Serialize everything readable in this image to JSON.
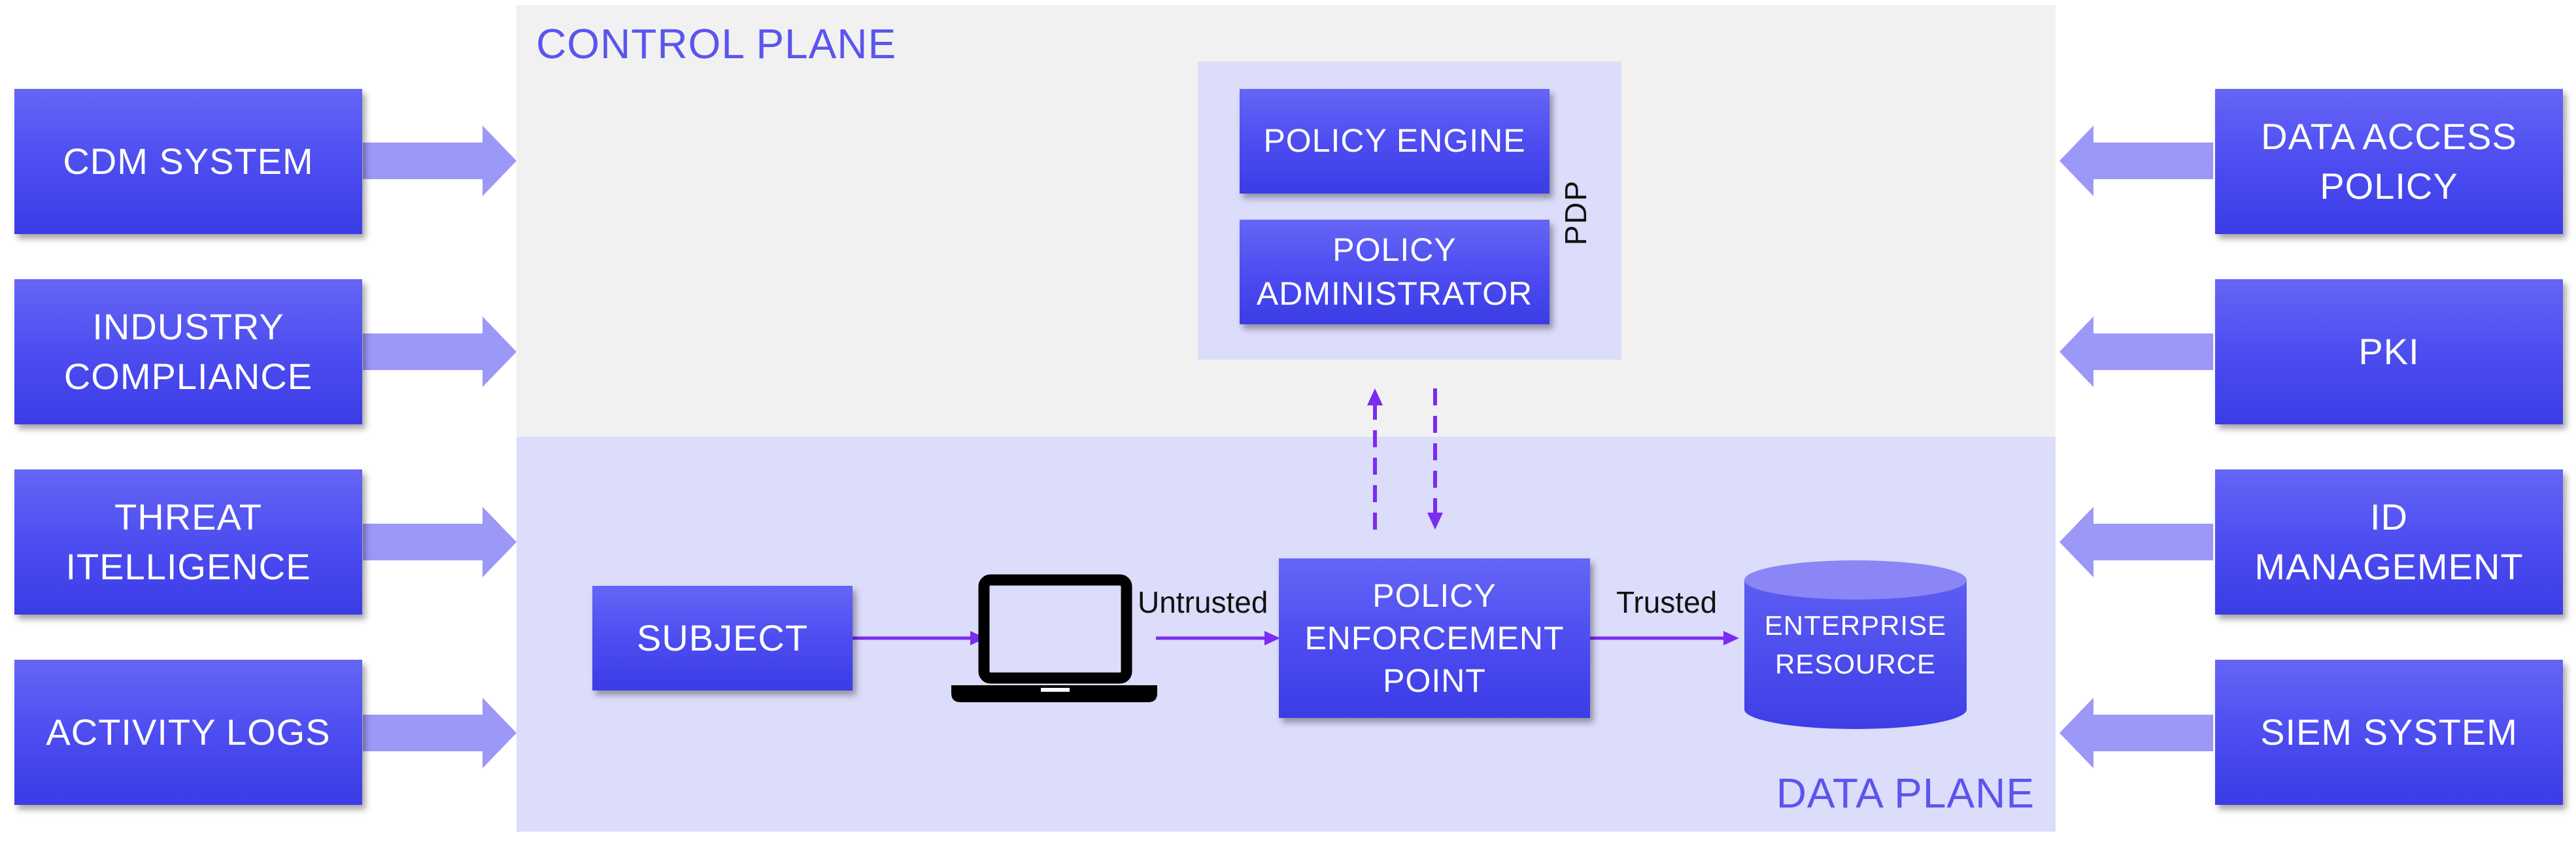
{
  "planes": {
    "control": "CONTROL PLANE",
    "data": "DATA PLANE"
  },
  "left_inputs": [
    {
      "label": "CDM SYSTEM"
    },
    {
      "label": "INDUSTRY\nCOMPLIANCE"
    },
    {
      "label": "THREAT\nITELLIGENCE"
    },
    {
      "label": "ACTIVITY LOGS"
    }
  ],
  "right_inputs": [
    {
      "label": "DATA ACCESS\nPOLICY"
    },
    {
      "label": "PKI"
    },
    {
      "label": "ID\nMANAGEMENT"
    },
    {
      "label": "SIEM SYSTEM"
    }
  ],
  "pdp": {
    "label": "PDP",
    "engine": "POLICY ENGINE",
    "administrator": "POLICY\nADMINISTRATOR"
  },
  "flow": {
    "subject": "SUBJECT",
    "device": "laptop-icon",
    "untrusted": "Untrusted",
    "pep": "POLICY\nENFORCEMENT\nPOINT",
    "trusted": "Trusted",
    "resource": "ENTERPRISE\nRESOURCE"
  },
  "colors": {
    "box": "#4b4bf0",
    "control_plane_bg": "#f1f1f1",
    "data_plane_bg": "#dcdcfb",
    "plane_title": "#5a55ee",
    "fat_arrow": "#9c98f7",
    "flow_arrow": "#7a2cf0"
  }
}
